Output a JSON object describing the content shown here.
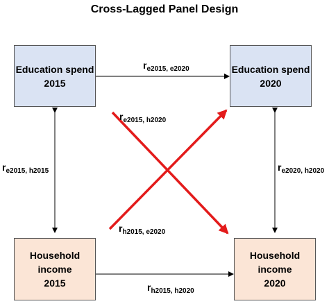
{
  "title": "Cross-Lagged Panel Design",
  "boxes": {
    "edu2015": {
      "line1": "Education spend",
      "line2": "2015"
    },
    "edu2020": {
      "line1": "Education spend",
      "line2": "2020"
    },
    "inc2015": {
      "line1": "Household income",
      "line2": "2015"
    },
    "inc2020": {
      "line1": "Household income",
      "line2": "2020"
    }
  },
  "labels": {
    "e2015_e2020": {
      "main": "r",
      "sub": "e2015, e2020"
    },
    "e2015_h2020": {
      "main": "r",
      "sub": "e2015, h2020"
    },
    "e2015_h2015": {
      "main": "r",
      "sub": "e2015, h2015"
    },
    "e2020_h2020": {
      "main": "r",
      "sub": "e2020, h2020"
    },
    "h2015_e2020": {
      "main": "r",
      "sub": "h2015, e2020"
    },
    "h2015_h2020": {
      "main": "r",
      "sub": "h2015, h2020"
    }
  },
  "colors": {
    "box_blue": "#dae3f3",
    "box_peach": "#fbe5d6",
    "cross": "#e31b1b",
    "arrow": "#000000"
  }
}
